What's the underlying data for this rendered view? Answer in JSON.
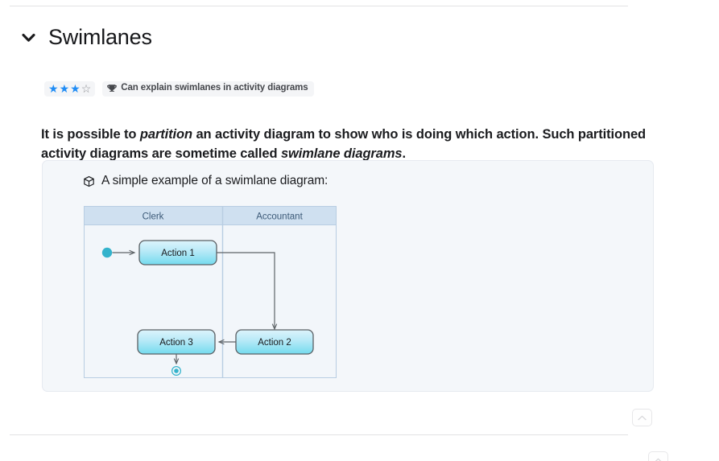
{
  "section": {
    "title": "Swimlanes",
    "collapse_icon": "chevron-down-icon",
    "expanded": true
  },
  "badges": {
    "rating": {
      "filled": 3,
      "total": 4,
      "filled_glyph": "★",
      "empty_glyph": "☆",
      "filled_color": "#1f8cf5",
      "empty_color": "#8e9095"
    },
    "goal": {
      "icon": "trophy-icon",
      "label": "Can explain swimlanes in activity diagrams"
    }
  },
  "lead": {
    "part1": "It is possible to ",
    "em1": "partition",
    "part2": " an activity diagram to show who is doing which action. Such partitioned activity diagrams are sometime called ",
    "em2": "swimlane diagrams",
    "part3": "."
  },
  "example": {
    "icon": "cube-icon",
    "title": "A simple example of a swimlane diagram:"
  },
  "diagram": {
    "type": "activity-swimlane",
    "lanes": [
      {
        "name": "Clerk"
      },
      {
        "name": "Accountant"
      }
    ],
    "nodes": [
      {
        "id": "start",
        "type": "initial-node",
        "lane": "Clerk"
      },
      {
        "id": "action1",
        "type": "action",
        "label": "Action 1",
        "lane": "Clerk"
      },
      {
        "id": "action2",
        "type": "action",
        "label": "Action 2",
        "lane": "Accountant"
      },
      {
        "id": "action3",
        "type": "action",
        "label": "Action 3",
        "lane": "Clerk"
      },
      {
        "id": "end",
        "type": "final-node",
        "lane": "Clerk"
      }
    ],
    "edges": [
      {
        "from": "start",
        "to": "action1"
      },
      {
        "from": "action1",
        "to": "action2"
      },
      {
        "from": "action2",
        "to": "action3"
      },
      {
        "from": "action3",
        "to": "end"
      }
    ],
    "colors": {
      "lane_header_bg": "#cfe0f0",
      "lane_header_text": "#3c5a78",
      "lane_body_bg": "#f2f6fa",
      "lane_border": "#b8cde2",
      "action_fill_top": "#d8f2fb",
      "action_fill_bottom": "#7ddced",
      "action_border": "#5a5f63",
      "action_text": "#17181a",
      "edge": "#5e6367",
      "node_accent": "#34b3cc"
    }
  },
  "scroll_buttons": [
    {
      "name": "scroll-to-top-1",
      "icon": "chevron-up-icon"
    },
    {
      "name": "scroll-to-top-2",
      "icon": "chevron-up-icon"
    }
  ]
}
